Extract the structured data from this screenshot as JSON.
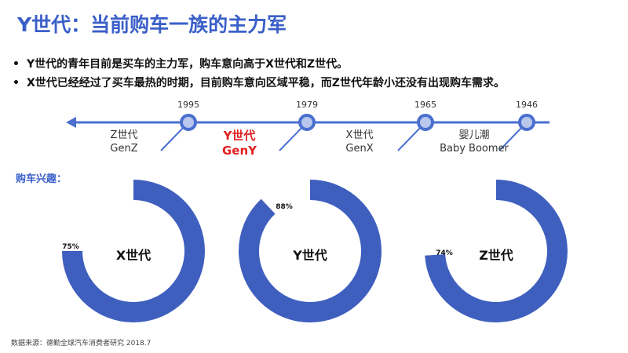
{
  "title": "Y世代：当前购车一族的主力军",
  "bullets": [
    "Y世代的青年目前是买车的主力军，购车意向高于X世代和Z世代。",
    "X世代已经经过了买车最热的时期，目前购车意向区域平稳，而Z世代年龄小还没有出现购车需求。"
  ],
  "timeline": {
    "years": [
      "1995",
      "1979",
      "1965",
      "1946"
    ],
    "segments": [
      {
        "line1": "Z世代",
        "line2": "GenZ",
        "highlight": false
      },
      {
        "line1": "Y世代",
        "line2": "GenY",
        "highlight": true
      },
      {
        "line1": "X世代",
        "line2": "GenX",
        "highlight": false
      },
      {
        "line1": "婴儿潮",
        "line2": "Baby Boomer",
        "highlight": false
      }
    ]
  },
  "section_label": "购车兴趣：",
  "source": "数据来源：德勤全球汽车消费者研究 2018.7",
  "colors": {
    "accent": "#3a5fc8",
    "ring": "#3f5fbf",
    "highlight": "#e02020",
    "timeline": "#4a6fd0"
  },
  "chart_data": {
    "type": "pie",
    "title": "",
    "categories": [
      "X世代",
      "Y世代",
      "Z世代"
    ],
    "values": [
      75,
      88,
      74
    ],
    "value_labels": [
      "75%",
      "88%",
      "74%"
    ],
    "unit": "%"
  }
}
